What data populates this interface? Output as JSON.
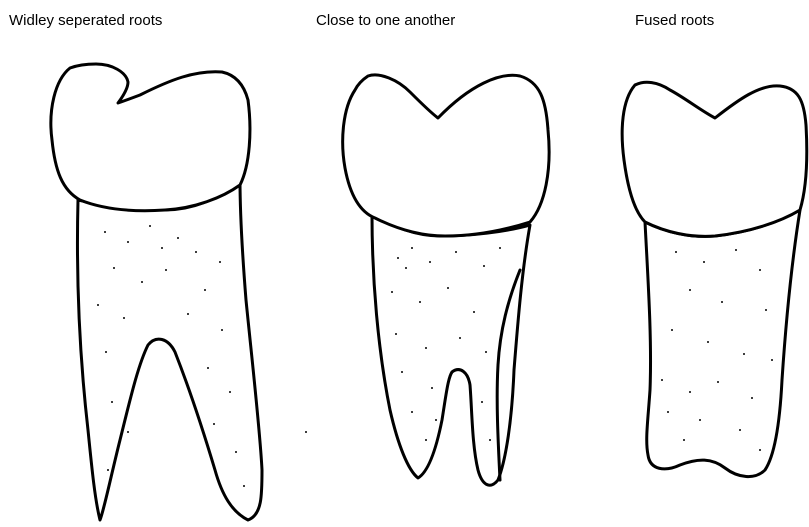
{
  "captions": {
    "widely_separated": "Widley seperated roots",
    "close_together": "Close to one another",
    "fused": "Fused roots"
  },
  "colors": {
    "stroke": "#000000",
    "background": "#ffffff"
  }
}
